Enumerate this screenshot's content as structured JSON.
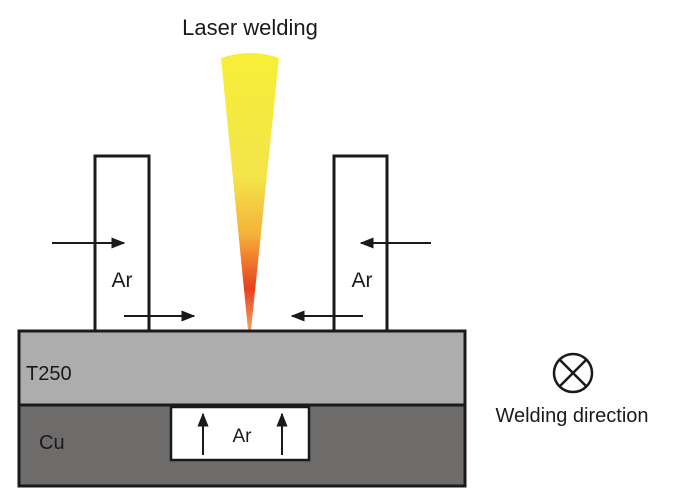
{
  "title": "Laser welding",
  "labels": {
    "top_layer": "T250",
    "bottom_layer": "Cu",
    "gas_left": "Ar",
    "gas_right": "Ar",
    "gas_bottom": "Ar",
    "direction": "Welding direction"
  },
  "colors": {
    "top_layer": "#adadad",
    "bottom_layer": "#6e6b6b",
    "outline": "#1a1a1a",
    "beam_top": "#f6ef38",
    "beam_mid": "#f5b33a",
    "beam_bottom": "#e8401e",
    "background": "#ffffff"
  },
  "icons": {
    "direction": "circle-cross-icon",
    "arrow": "arrow-icon"
  }
}
